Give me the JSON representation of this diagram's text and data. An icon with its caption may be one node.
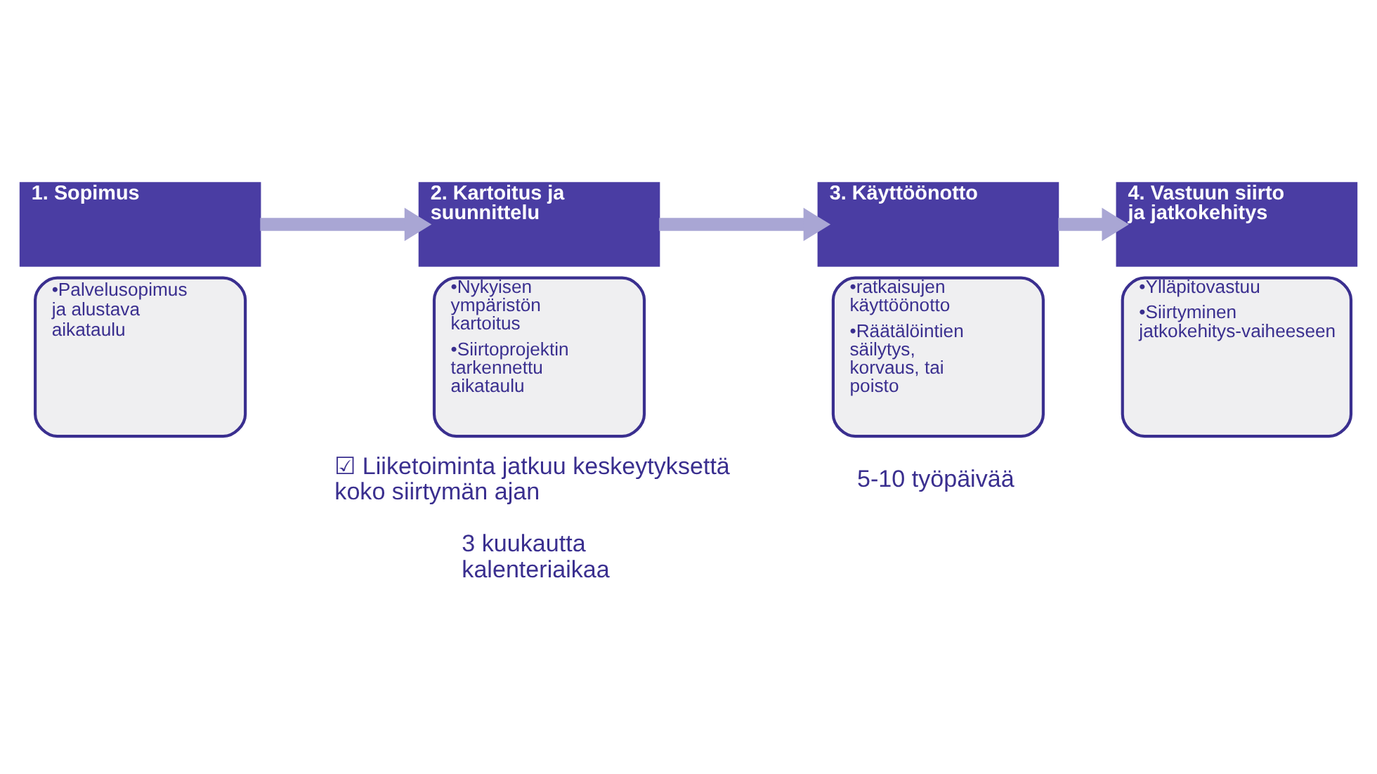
{
  "diagram": {
    "nodes": [
      {
        "text": [
          "1. Sopimus"
        ]
      },
      {
        "text": [
          "•Palvelusopimus ja alustava aikataulu"
        ]
      },
      {
        "text": [
          "2. Kartoitus ja suunnittelu"
        ]
      },
      {
        "text": [
          "•Nykyisen ympäristön kartoitus",
          "•Siirtoprojektin tarkennettu aikataulu"
        ]
      },
      {
        "text": [
          "3. Käyttöönotto"
        ]
      },
      {
        "text": [
          "•ratkaisujen käyttöönotto",
          "•Räätälöintien säilytys, korvaus, tai poisto"
        ]
      },
      {
        "text": [
          "4. Vastuun siirto ja jatkokehitys"
        ]
      },
      {
        "text": [
          "•Ylläpitovastuu",
          "•Siirtyminen jatkokehitys-vaiheeseen"
        ]
      }
    ],
    "edges": [
      {
        "from": 0,
        "to": 2,
        "arrow": "to"
      },
      {
        "from": 2,
        "to": 4,
        "arrow": "to"
      },
      {
        "from": 4,
        "to": 6,
        "arrow": "to"
      }
    ],
    "labels": [
      "☑ Liiketoiminta jatkuu keskeytyksettä koko siirtymän ajan",
      "3 kuukautta kalenteriaikaa",
      "5-10 työpäivää"
    ]
  }
}
